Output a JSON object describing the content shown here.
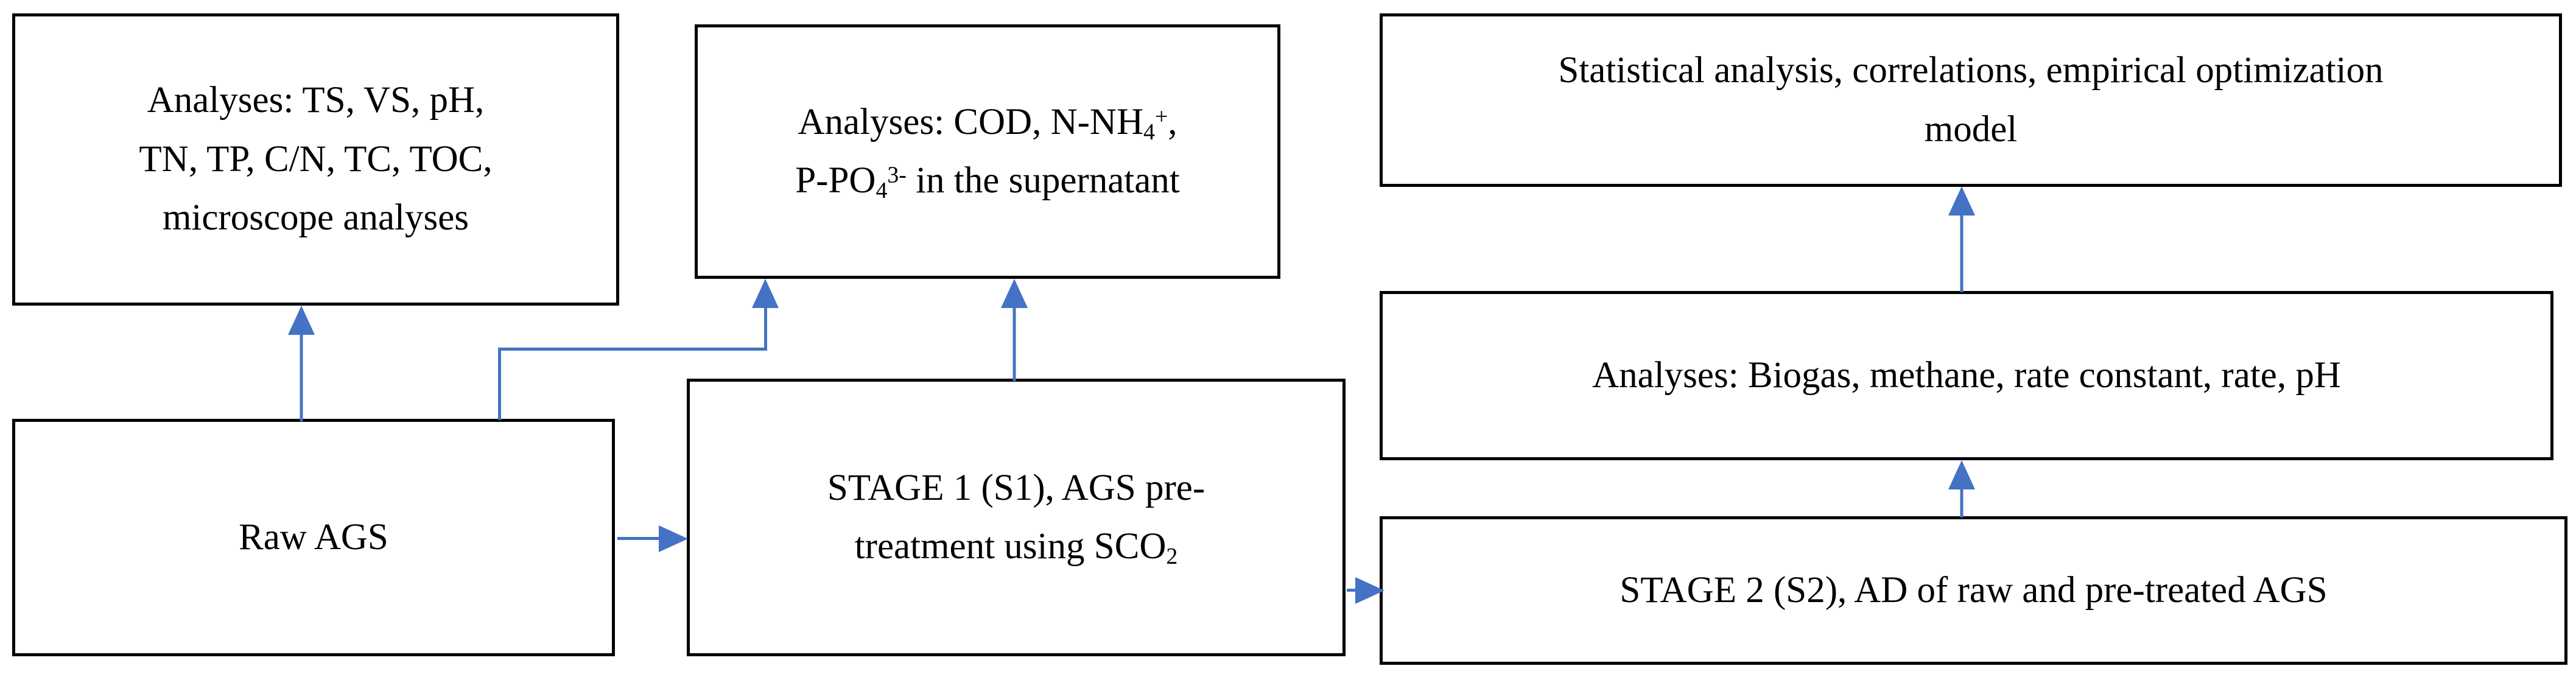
{
  "diagram": {
    "title": "Experimental workflow flowchart",
    "accent_color": "#4472C4",
    "border_color": "#000000",
    "background_color": "#FFFFFF",
    "boxes": {
      "raw_ags_analyses": {
        "name": "Analyses of raw AGS",
        "lines": [
          "Analyses: TS, VS, pH,",
          "TN, TP, C/N, TC, TOC,",
          "microscope analyses"
        ]
      },
      "supernatant_analyses": {
        "name": "Analyses of the supernatant",
        "line1_prefix": "Analyses: COD, N-NH",
        "line1_sub": "4",
        "line1_sup": "+",
        "line1_suffix": ",",
        "line2_prefix": "P-PO",
        "line2_sub": "4",
        "line2_sup": "3-",
        "line2_suffix": " in the supernatant"
      },
      "statistics": {
        "name": "Statistical analysis box",
        "lines": [
          "Statistical analysis, correlations, empirical optimization",
          "model"
        ]
      },
      "raw_ags": {
        "name": "Raw AGS input",
        "lines": [
          "Raw AGS"
        ]
      },
      "stage1": {
        "name": "Stage 1 pre-treatment",
        "line1": "STAGE 1 (S1), AGS pre-",
        "line2_prefix": "treatment using SCO",
        "line2_sub": "2"
      },
      "biogas_analyses": {
        "name": "Biogas analyses",
        "lines": [
          "Analyses: Biogas, methane, rate constant, rate, pH"
        ]
      },
      "stage2": {
        "name": "Stage 2 anaerobic digestion",
        "lines": [
          "STAGE 2 (S2), AD of raw and pre-treated AGS"
        ]
      }
    },
    "arrows": [
      {
        "id": "raw-ags-to-analyses",
        "from": "raw_ags",
        "to": "raw_ags_analyses",
        "direction": "up"
      },
      {
        "id": "raw-ags-to-supernatant",
        "from": "raw_ags",
        "to": "supernatant_analyses",
        "direction": "elbow-up-right-up"
      },
      {
        "id": "stage1-to-supernatant",
        "from": "stage1",
        "to": "supernatant_analyses",
        "direction": "up"
      },
      {
        "id": "raw-ags-to-stage1",
        "from": "raw_ags",
        "to": "stage1",
        "direction": "right"
      },
      {
        "id": "stage1-to-stage2",
        "from": "stage1",
        "to": "stage2",
        "direction": "right"
      },
      {
        "id": "stage2-to-biogas",
        "from": "stage2",
        "to": "biogas_analyses",
        "direction": "up"
      },
      {
        "id": "biogas-to-statistics",
        "from": "biogas_analyses",
        "to": "statistics",
        "direction": "up"
      }
    ]
  }
}
